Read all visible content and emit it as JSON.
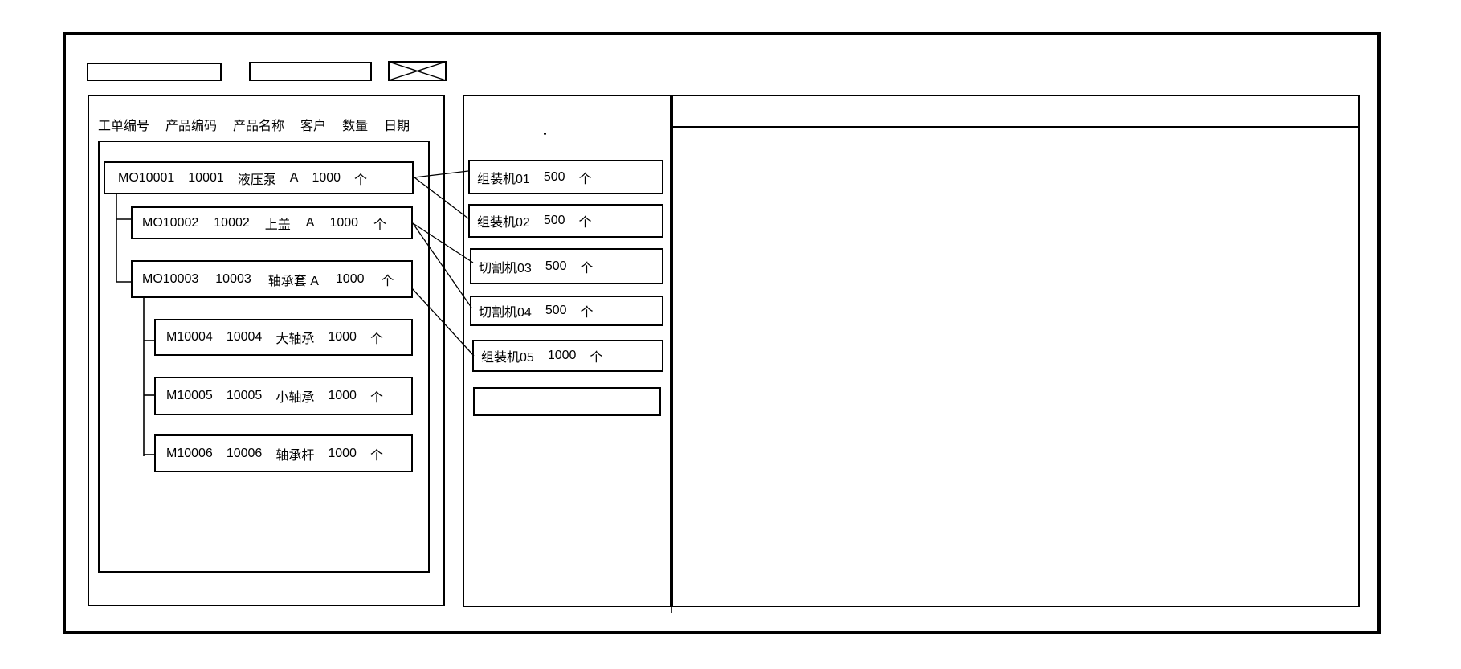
{
  "toolbar": {
    "field1_value": "",
    "field2_value": "",
    "crossed_box": "crossed-rectangle-placeholder"
  },
  "left_panel": {
    "columns": [
      "工单编号",
      "产品编码",
      "产品名称",
      "客户",
      "数量",
      "日期"
    ],
    "rows": [
      {
        "cells": [
          "MO10001",
          "10001",
          "液压泵",
          "A",
          "1000",
          "个"
        ]
      },
      {
        "cells": [
          "MO10002",
          "10002",
          "上盖",
          "A",
          "1000",
          "个"
        ]
      },
      {
        "cells": [
          "MO10003",
          "10003",
          "轴承套 A",
          "1000",
          "个"
        ]
      },
      {
        "cells": [
          "M10004",
          "10004",
          "大轴承",
          "1000",
          "个"
        ]
      },
      {
        "cells": [
          "M10005",
          "10005",
          "小轴承",
          "1000",
          "个"
        ]
      },
      {
        "cells": [
          "M10006",
          "10006",
          "轴承杆",
          "1000",
          "个"
        ]
      }
    ]
  },
  "middle_panel": {
    "stray_mark": ".",
    "machines": [
      {
        "name": "组装机01",
        "qty": "500",
        "unit": "个"
      },
      {
        "name": "组装机02",
        "qty": "500",
        "unit": "个"
      },
      {
        "name": "切割机03",
        "qty": "500",
        "unit": "个"
      },
      {
        "name": "切割机04",
        "qty": "500",
        "unit": "个"
      },
      {
        "name": "组装机05",
        "qty": "1000",
        "unit": "个"
      },
      {
        "name": "",
        "qty": "",
        "unit": ""
      }
    ]
  },
  "colors": {
    "line": "#000000",
    "background": "#ffffff"
  }
}
